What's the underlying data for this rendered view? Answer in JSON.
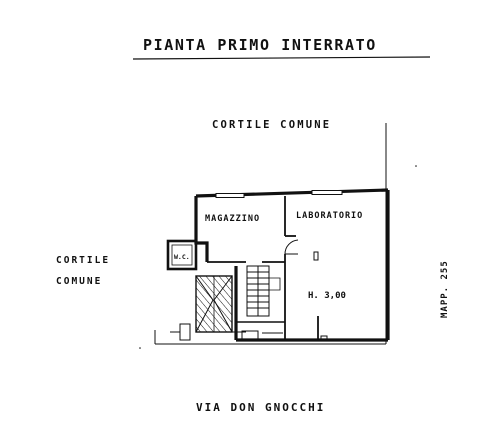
{
  "title": "PIANTA PRIMO INTERRATO",
  "labels": {
    "courtyard_top": "CORTILE COMUNE",
    "courtyard_left_line1": "CORTILE",
    "courtyard_left_line2": "COMUNE",
    "street": "VIA DON GNOCCHI",
    "wc": "W.C.",
    "storage": "MAGAZZINO",
    "lab": "LABORATORIO",
    "height": "H. 3,00",
    "parcel": "MAPP. 255"
  },
  "colors": {
    "ink": "#111111",
    "paper": "#ffffff"
  }
}
